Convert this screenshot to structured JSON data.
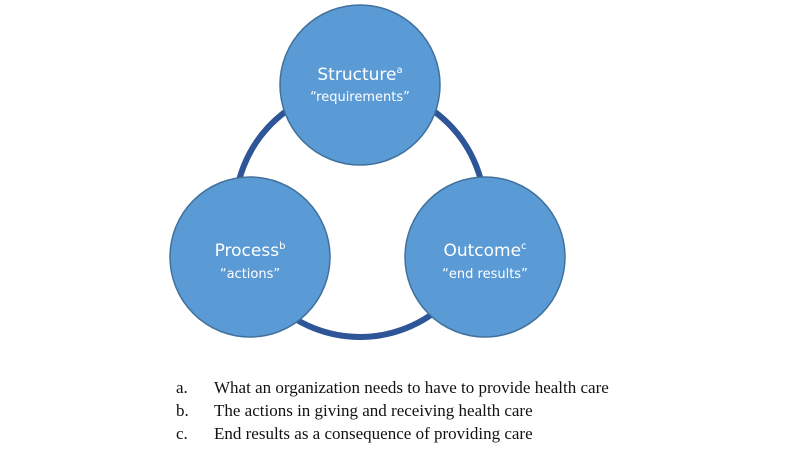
{
  "colors": {
    "node_fill": "#5b9bd5",
    "node_stroke": "#41719c",
    "ring": "#2e5597",
    "text_light": "#ffffff",
    "note_text": "#111111"
  },
  "nodes": [
    {
      "id": "structure",
      "title": "Structure",
      "sup": "a",
      "subtitle": "“requirements”"
    },
    {
      "id": "process",
      "title": "Process",
      "sup": "b",
      "subtitle": "“actions”"
    },
    {
      "id": "outcome",
      "title": "Outcome",
      "sup": "c",
      "subtitle": "“end results”"
    }
  ],
  "notes": [
    {
      "marker": "a.",
      "text": "What an organization needs to have to provide health care"
    },
    {
      "marker": "b.",
      "text": "The actions in giving and receiving health care"
    },
    {
      "marker": "c.",
      "text": "End results as a consequence of providing care"
    }
  ]
}
